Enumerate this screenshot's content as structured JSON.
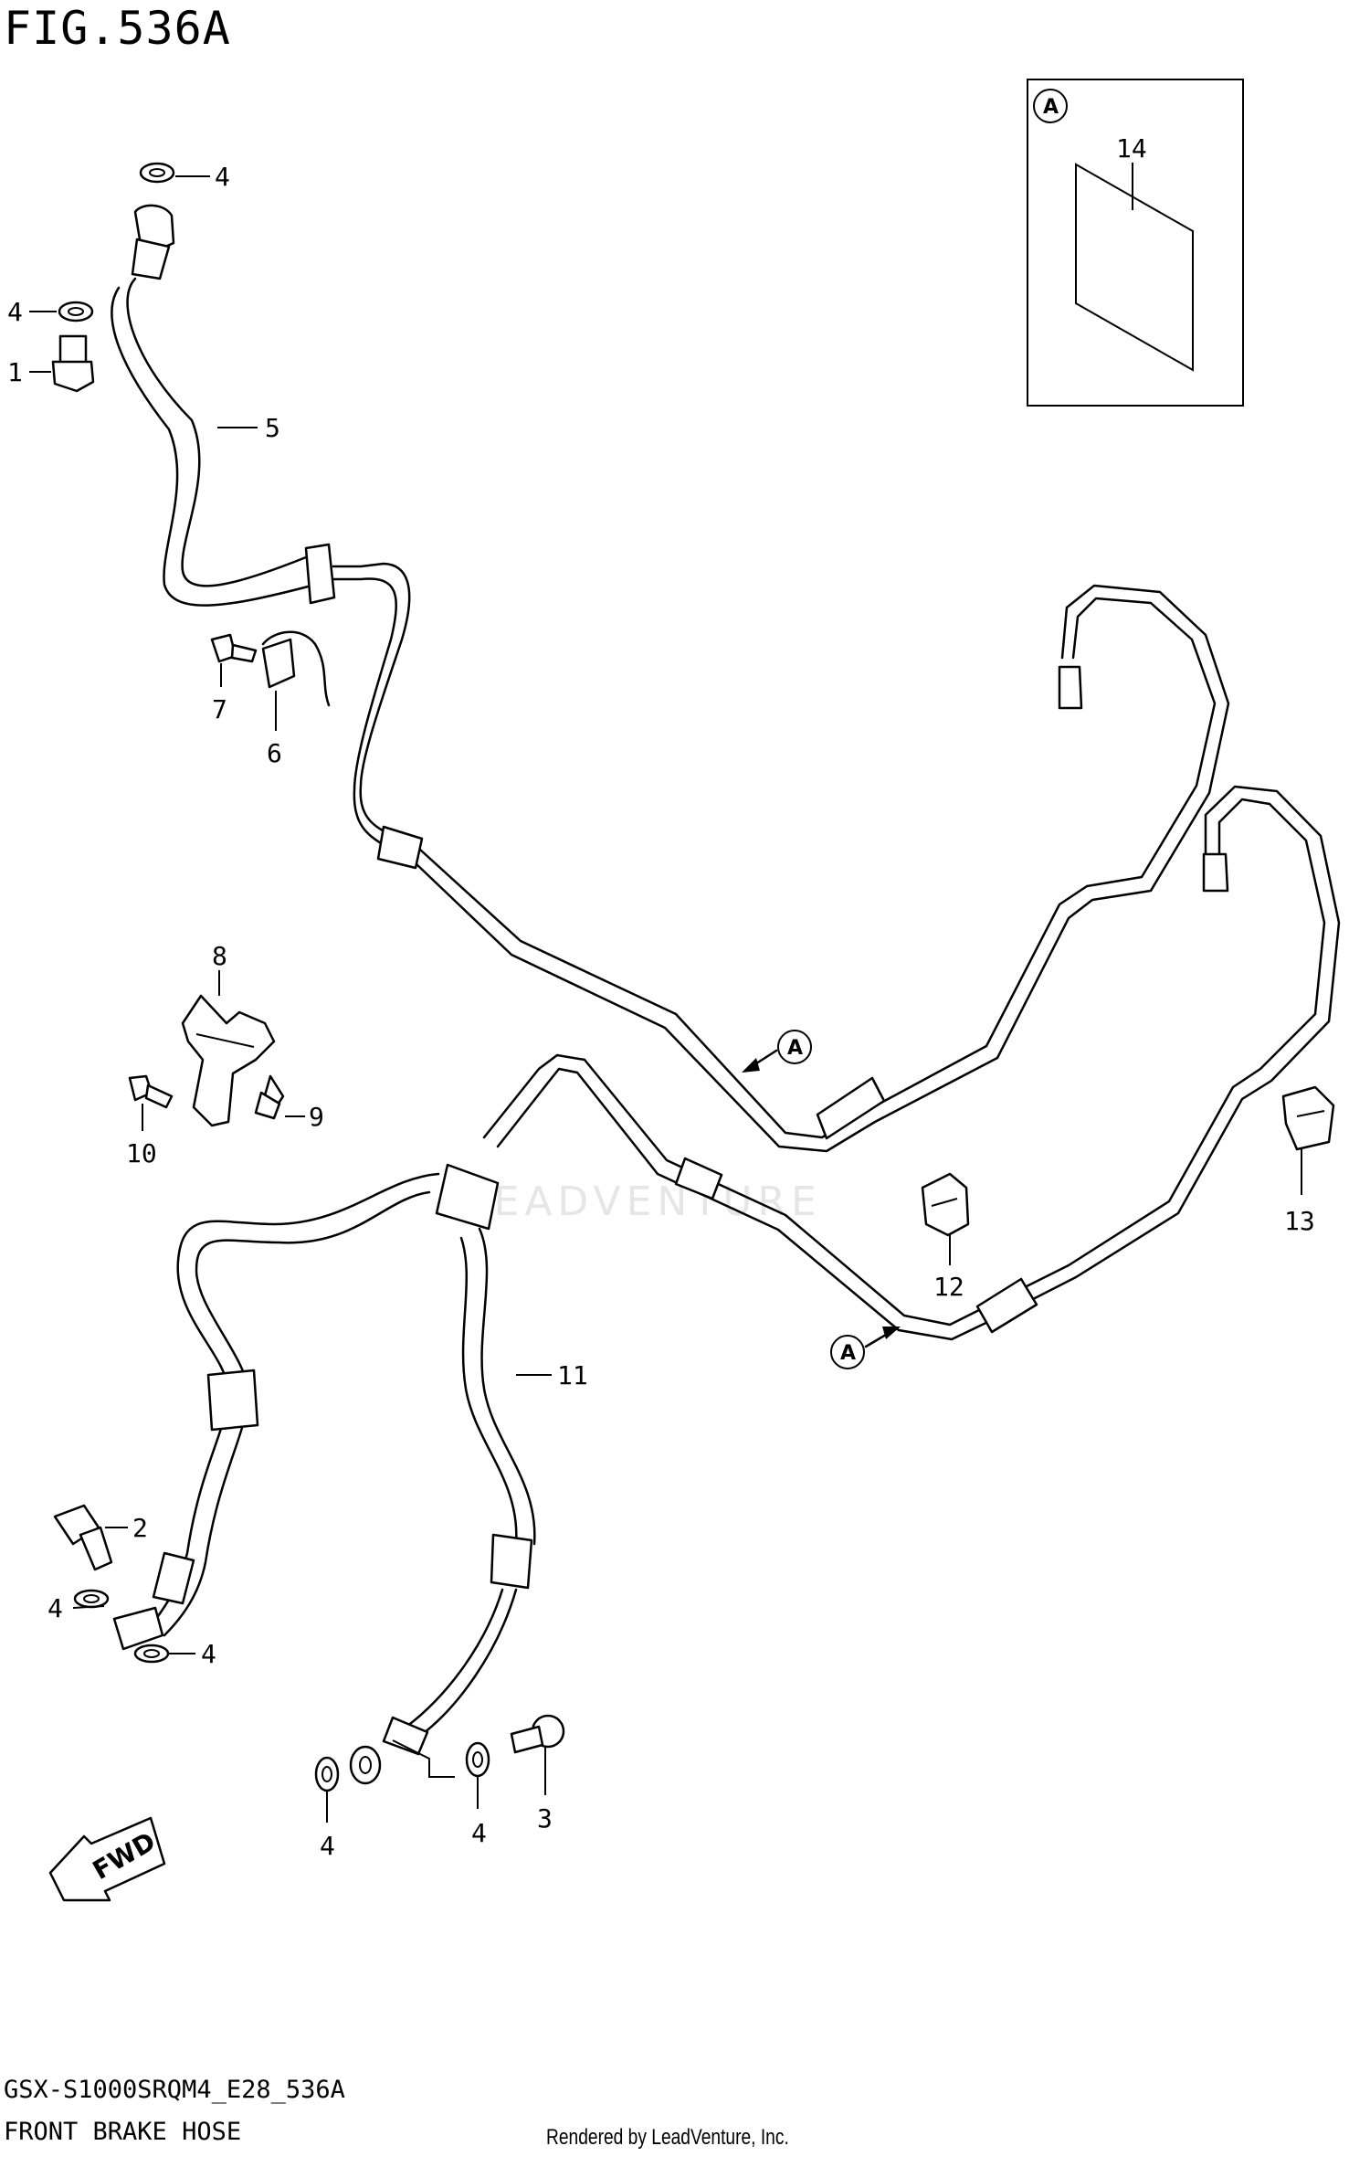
{
  "figure": {
    "title": "FIG.536A",
    "model_code": "GSX-S1000SRQM4_E28_536A",
    "name": "FRONT BRAKE HOSE",
    "credit": "Rendered by LeadVenture, Inc.",
    "watermark": "LEADVENTURE"
  },
  "inset": {
    "ref_letter": "A",
    "part_number": "14"
  },
  "reference_markers": [
    "A",
    "A"
  ],
  "fwd_label": "FWD",
  "callouts": [
    {
      "id": "c4a",
      "label": "4"
    },
    {
      "id": "c4b",
      "label": "4"
    },
    {
      "id": "c1",
      "label": "1"
    },
    {
      "id": "c5",
      "label": "5"
    },
    {
      "id": "c7",
      "label": "7"
    },
    {
      "id": "c6",
      "label": "6"
    },
    {
      "id": "c8",
      "label": "8"
    },
    {
      "id": "c9",
      "label": "9"
    },
    {
      "id": "c10",
      "label": "10"
    },
    {
      "id": "c11",
      "label": "11"
    },
    {
      "id": "c12",
      "label": "12"
    },
    {
      "id": "c13",
      "label": "13"
    },
    {
      "id": "c2",
      "label": "2"
    },
    {
      "id": "c4c",
      "label": "4"
    },
    {
      "id": "c4d",
      "label": "4"
    },
    {
      "id": "c4e",
      "label": "4"
    },
    {
      "id": "c4f",
      "label": "4"
    },
    {
      "id": "c3",
      "label": "3"
    }
  ]
}
